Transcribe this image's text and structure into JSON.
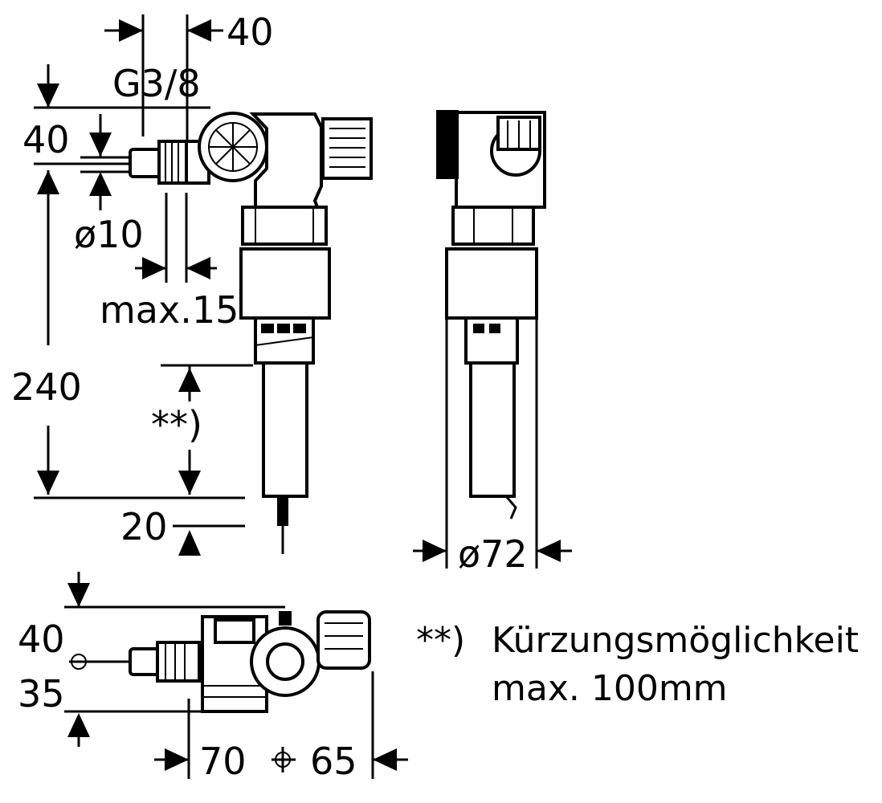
{
  "dimensions": {
    "side_top_40": "40",
    "thread": "G3/8",
    "inlet_40": "40",
    "dia_10": "ø10",
    "max_15": "max.15",
    "height_240": "240",
    "shortening_mark": "**)",
    "bottom_20": "20",
    "dia_72": "ø72",
    "plan_40": "40",
    "plan_35": "35",
    "plan_70": "70",
    "plan_65": "65"
  },
  "note": {
    "marker": "**)",
    "line1": "Kürzungsmöglichkeit",
    "line2": "max. 100mm"
  }
}
